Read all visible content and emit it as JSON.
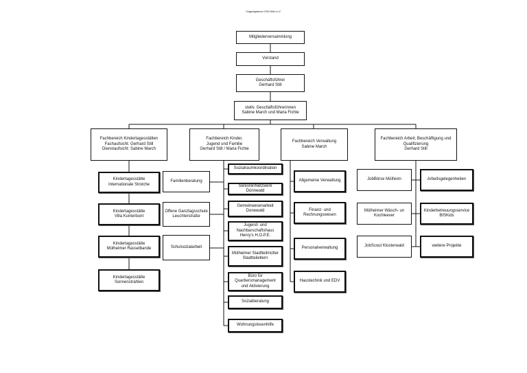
{
  "document": {
    "title": "Organigramm CSH Köln e.V."
  },
  "nodes": {
    "mitglieder": "Mitgliederversammlung",
    "vorstand": "Vorstand",
    "gf": "Geschäftsführer\nGerhard Still",
    "stv": "stellv. Geschäftsführerinnen\nSabine March und Maria Fichte",
    "fb_kita": "Fachbereich  Kindertagesstätten\nFachaufsicht: Gerhard Still\nDienstaufsicht: Sabine March",
    "fb_kjf": "Fachbereich Kinder,\nJugend und Familie\nGerhard Still   /    Maria Fichte",
    "fb_verw": "Fachbereich Verwaltung\nSabine March",
    "fb_abq": "Fachbereich Arbeit, Beschäftigung und\nQualifizierung\nGerhard Still",
    "kita1": "Kindertagesstätte\nInternationale Strolche",
    "kita2": "Kindertagesstätte\nVilla Kunterbunt",
    "kita3": "Kindertagesstätte\nMülheimer Rasselbande",
    "kita4": "Kindertagesstätte\nSonnenstrahlen",
    "familienberatung": "Familienberatung",
    "ogs": "Offene Ganztagsschule\nLeuchterstraße",
    "schulsozialarbeit": "Schulsozialarbeit",
    "sozialraum": "Sozialraumkoordination",
    "senioren": "SeniorenNetzwerk Dünnwald",
    "gemeinwesen": "Gemeinwesenarbeit\nDonewald",
    "jugend": "Jugend- und\nNachbarschaftshaus\nHenry's H.O.P.E.",
    "stadtteil": "Mülheimer Stadtteilmütter\nStadtteileltern",
    "quartier": "Büro für Quartiersmanagement\nund Aktivierung",
    "sozialberatung": "Sozialberatung",
    "wohnungslosen": "Wohnungslosenhilfe",
    "allgverw": "Allgemeine Verwaltung",
    "finanz": "Finanz- und Rechnungswesen",
    "personal": "Personalverwaltung",
    "haustechnik": "Haustechnik  und EDV",
    "jobboerse": "JobBörse Mülheim",
    "arbeitsgel": "Arbeitsgelegenheiten",
    "waesch": "Mülheimer Wäsch- un\nKochleever",
    "kinderbetreuung": "Kinderbetreuungsservice\nBISKids",
    "jobscout": "JobScout Klosterwald",
    "weitere": "weitere Projekte"
  }
}
